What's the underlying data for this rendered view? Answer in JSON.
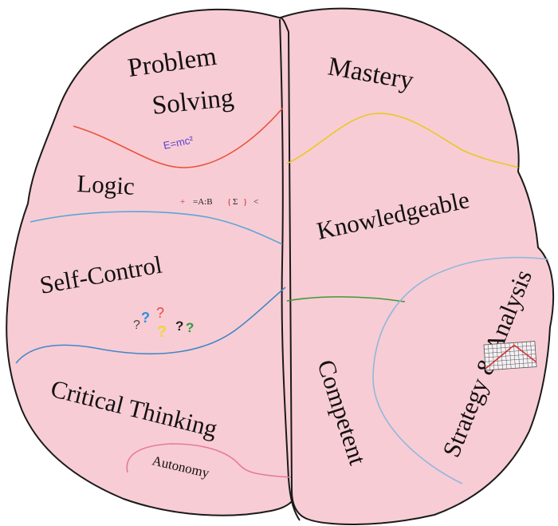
{
  "regions": {
    "problem_solving": [
      "Problem",
      "Solving"
    ],
    "logic": "Logic",
    "self_control": "Self-Control",
    "critical_thinking": "Critical Thinking",
    "autonomy": "Autonomy",
    "mastery": "Mastery",
    "knowledgeable": "Knowledgeable",
    "competent": "Competent",
    "strategy_analysis": "Strategy & Analysis"
  },
  "doodles": {
    "formula": "E=mc²",
    "logic_symbols": {
      "plus": "+",
      "ratio": "=A:B",
      "brace_open": "{",
      "sigma": "Σ",
      "brace_close": "}",
      "less_than": "<"
    },
    "question_marks": [
      "?",
      "?",
      "?",
      "?",
      "?",
      "?"
    ]
  },
  "colors": {
    "brain_fill": "#f8ccd4",
    "outline": "#1a1a1a",
    "problem_logic_line": "#e8533a",
    "logic_self_line": "#5aa6d8",
    "self_critical_line": "#3f88c8",
    "autonomy_line": "#e57a9a",
    "mastery_line": "#e8c828",
    "knowledge_competent_line": "#3e9a3a",
    "strategy_line": "#8fb8dc",
    "formula_text": "#5a3fd0",
    "graph_line": "#d93030",
    "graph_grid": "#555555"
  },
  "icons": [
    "question-marks-doodle",
    "graph-icon"
  ]
}
